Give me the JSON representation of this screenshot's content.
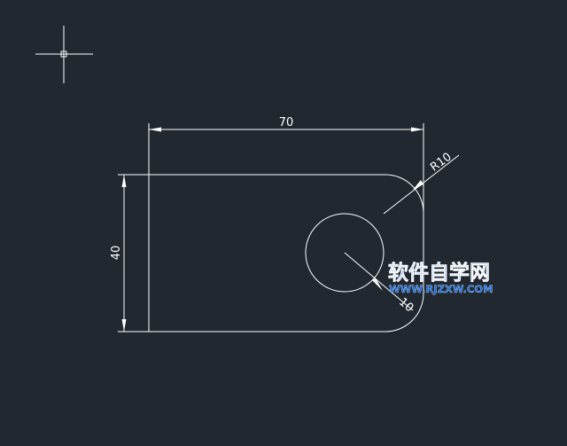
{
  "drawing": {
    "background_color": "#212830",
    "line_color": "#ffffff",
    "dimensions": {
      "width_label": "70",
      "height_label": "40",
      "corner_radius_label": "R10",
      "diameter_label": "10"
    }
  },
  "watermark": {
    "title": "软件自学网",
    "url": "WWW.RJZXW.COM",
    "color": "#1a6ee0"
  },
  "icons": {
    "cursor": "crosshair-cursor-icon"
  }
}
